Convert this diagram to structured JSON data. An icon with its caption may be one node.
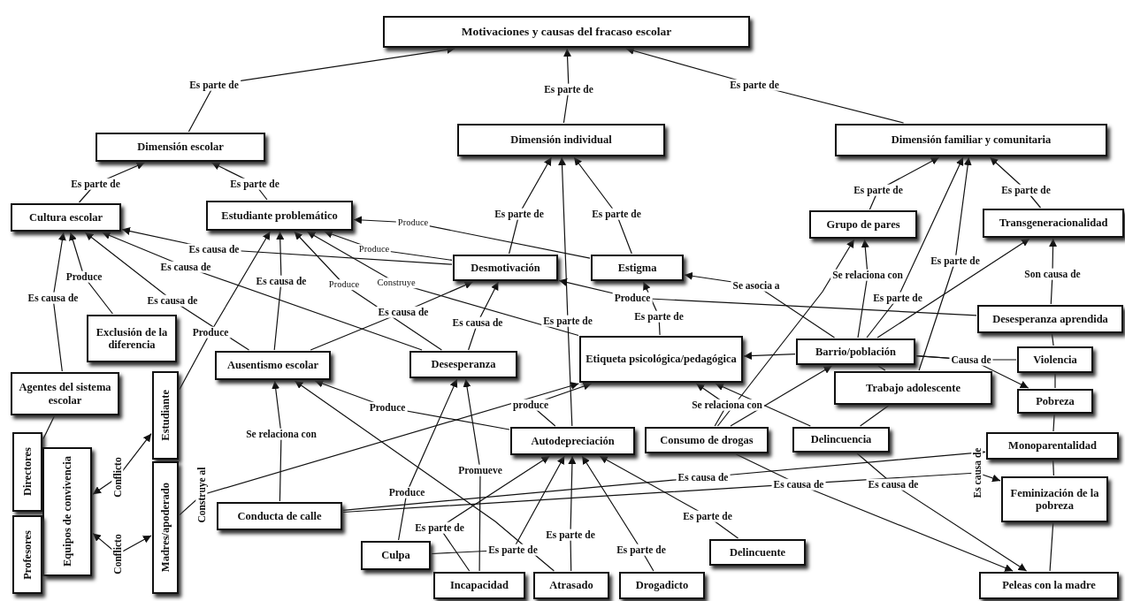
{
  "diagram": {
    "nodes": [
      {
        "text": [
          "Motivaciones y causas del fracaso escolar"
        ]
      },
      {
        "text": [
          "Dimensión escolar"
        ]
      },
      {
        "text": [
          "Dimensión individual"
        ]
      },
      {
        "text": [
          "Dimensión familiar y comunitaria"
        ]
      },
      {
        "text": [
          "Cultura escolar"
        ]
      },
      {
        "text": [
          "Estudiante problemático"
        ]
      },
      {
        "text": [
          "Grupo de pares"
        ]
      },
      {
        "text": [
          "Transgeneracionalidad"
        ]
      },
      {
        "text": [
          "Desmotivación"
        ]
      },
      {
        "text": [
          "Estigma"
        ]
      },
      {
        "text": [
          "Exclusión de la diferencia"
        ]
      },
      {
        "text": [
          "Desesperanza aprendida"
        ]
      },
      {
        "text": [
          "Ausentismo escolar"
        ]
      },
      {
        "text": [
          "Desesperanza"
        ]
      },
      {
        "text": [
          "Etiqueta psicológica/pedagógica"
        ]
      },
      {
        "text": [
          "Barrio/población"
        ]
      },
      {
        "text": [
          "Violencia"
        ]
      },
      {
        "text": [
          "Agentes del sistema escolar"
        ]
      },
      {
        "text": [
          "Estudiante"
        ]
      },
      {
        "text": [
          "Trabajo adolescente"
        ]
      },
      {
        "text": [
          "Pobreza"
        ]
      },
      {
        "text": [
          "Directores"
        ]
      },
      {
        "text": [
          "Equipos de convivencia"
        ]
      },
      {
        "text": [
          "Madres/apoderado"
        ]
      },
      {
        "text": [
          "Autodepreciación"
        ]
      },
      {
        "text": [
          "Consumo de drogas"
        ]
      },
      {
        "text": [
          "Delincuencia"
        ]
      },
      {
        "text": [
          "Monoparentalidad"
        ]
      },
      {
        "text": [
          "Profesores"
        ]
      },
      {
        "text": [
          "Conducta de calle"
        ]
      },
      {
        "text": [
          "Feminización de la pobreza"
        ]
      },
      {
        "text": [
          "Delincuente"
        ]
      },
      {
        "text": [
          "Culpa"
        ]
      },
      {
        "text": [
          "Incapacidad"
        ]
      },
      {
        "text": [
          "Atrasado"
        ]
      },
      {
        "text": [
          "Drogadicto"
        ]
      },
      {
        "text": [
          "Peleas con la madre"
        ]
      }
    ],
    "edges": [
      {
        "from": 1,
        "to": 0,
        "arrow": "to",
        "label": "Es parte de"
      },
      {
        "from": 2,
        "to": 0,
        "arrow": "to",
        "label": "Es parte de"
      },
      {
        "from": 3,
        "to": 0,
        "arrow": "to",
        "label": "Es parte de"
      },
      {
        "from": 4,
        "to": 1,
        "arrow": "to",
        "label": "Es parte de"
      },
      {
        "from": 5,
        "to": 1,
        "arrow": "to",
        "label": "Es parte de"
      },
      {
        "from": 8,
        "to": 2,
        "arrow": "to",
        "label": "Es parte de"
      },
      {
        "from": 9,
        "to": 2,
        "arrow": "to",
        "label": "Es parte de"
      },
      {
        "from": 24,
        "to": 2,
        "arrow": "to",
        "label": "Es parte de"
      },
      {
        "from": 14,
        "to": 9,
        "arrow": "to",
        "label": "Es parte de"
      },
      {
        "from": 6,
        "to": 3,
        "arrow": "to",
        "label": "Es parte de"
      },
      {
        "from": 7,
        "to": 3,
        "arrow": "to",
        "label": "Es parte de"
      },
      {
        "from": 15,
        "to": 3,
        "arrow": "to",
        "label": "Es parte de"
      },
      {
        "from": 19,
        "to": 3,
        "arrow": "to",
        "label": "Es parte de"
      },
      {
        "from": 15,
        "to": 6,
        "arrow": "to",
        "label": "Se relaciona con"
      },
      {
        "from": 25,
        "to": 6,
        "arrow": "to"
      },
      {
        "from": 15,
        "to": 7,
        "arrow": "to"
      },
      {
        "from": 11,
        "to": 7,
        "arrow": "to",
        "label": "Son causa de"
      },
      {
        "from": 15,
        "to": 9,
        "arrow": "to",
        "label": "Se asocia a"
      },
      {
        "from": 11,
        "to": 8,
        "arrow": "to",
        "label": "Produce"
      },
      {
        "from": 9,
        "to": 5,
        "arrow": "to",
        "label": "Produce"
      },
      {
        "from": 8,
        "to": 5,
        "arrow": "to",
        "label": "Produce"
      },
      {
        "from": 8,
        "to": 4,
        "arrow": "to",
        "label": "Es causa de"
      },
      {
        "from": 13,
        "to": 4,
        "arrow": "to",
        "label": "Es causa de"
      },
      {
        "from": 12,
        "to": 4,
        "arrow": "to",
        "label": "Es causa de"
      },
      {
        "from": 10,
        "to": 4,
        "arrow": "to",
        "label": "Produce"
      },
      {
        "from": 17,
        "to": 4,
        "arrow": "to",
        "label": "Es causa de"
      },
      {
        "from": 18,
        "to": 5,
        "arrow": "to",
        "label": "Produce"
      },
      {
        "from": 12,
        "to": 5,
        "arrow": "to",
        "label": "Es causa de"
      },
      {
        "from": 13,
        "to": 5,
        "arrow": "to",
        "label": "Produce"
      },
      {
        "from": 14,
        "to": 5,
        "arrow": "to",
        "label": "Construye"
      },
      {
        "from": 12,
        "to": 8,
        "arrow": "to",
        "label": "Es causa de"
      },
      {
        "from": 13,
        "to": 8,
        "arrow": "to",
        "label": "Es causa de"
      },
      {
        "from": 24,
        "to": 12,
        "arrow": "to",
        "label": "Produce"
      },
      {
        "from": 29,
        "to": 12,
        "arrow": "to",
        "label": "Se relaciona con"
      },
      {
        "from": 32,
        "to": 13,
        "arrow": "to",
        "label": "Produce"
      },
      {
        "from": 33,
        "to": 13,
        "arrow": "to",
        "label": "Promueve"
      },
      {
        "from": 24,
        "to": 14,
        "arrow": "to",
        "label": "produce"
      },
      {
        "from": 23,
        "to": 14,
        "arrow": "to",
        "label": "Construye al"
      },
      {
        "from": 25,
        "to": 14,
        "arrow": "to",
        "label": "Se relaciona con"
      },
      {
        "from": 26,
        "to": 14,
        "arrow": "to"
      },
      {
        "from": 15,
        "to": 14,
        "arrow": "to"
      },
      {
        "from": 15,
        "to": 20,
        "arrow": "to",
        "label": "Causa de"
      },
      {
        "from": 15,
        "to": 16,
        "arrow": "none"
      },
      {
        "from": 11,
        "to": 16,
        "arrow": "none"
      },
      {
        "from": 16,
        "to": 20,
        "arrow": "none"
      },
      {
        "from": 20,
        "to": 27,
        "arrow": "none"
      },
      {
        "from": 27,
        "to": 30,
        "arrow": "none"
      },
      {
        "from": 30,
        "to": 36,
        "arrow": "none"
      },
      {
        "from": 19,
        "to": 15,
        "arrow": "none"
      },
      {
        "from": 26,
        "to": 19,
        "arrow": "none"
      },
      {
        "from": 25,
        "to": 15,
        "arrow": "to"
      },
      {
        "from": 26,
        "to": 36,
        "arrow": "to",
        "label": "Es causa de"
      },
      {
        "from": 25,
        "to": 36,
        "arrow": "to",
        "label": "Es causa de"
      },
      {
        "from": 29,
        "to": 27,
        "arrow": "to",
        "label": "Es causa de"
      },
      {
        "from": 29,
        "to": 30,
        "arrow": "to",
        "label": "Es causa de"
      },
      {
        "from": 33,
        "to": 24,
        "arrow": "to",
        "label": "Es parte de"
      },
      {
        "from": 32,
        "to": 24,
        "arrow": "to",
        "label": "Es parte de"
      },
      {
        "from": 34,
        "to": 24,
        "arrow": "to",
        "label": "Es parte de"
      },
      {
        "from": 35,
        "to": 24,
        "arrow": "to",
        "label": "Es parte de"
      },
      {
        "from": 31,
        "to": 24,
        "arrow": "to",
        "label": "Es parte de"
      },
      {
        "from": 34,
        "to": 12,
        "arrow": "to"
      },
      {
        "from": 17,
        "to": 21,
        "arrow": "none"
      },
      {
        "from": 22,
        "to": 18,
        "arrow": "both",
        "label": "Conflicto"
      },
      {
        "from": 22,
        "to": 23,
        "arrow": "both",
        "label": "Conflicto"
      }
    ]
  }
}
